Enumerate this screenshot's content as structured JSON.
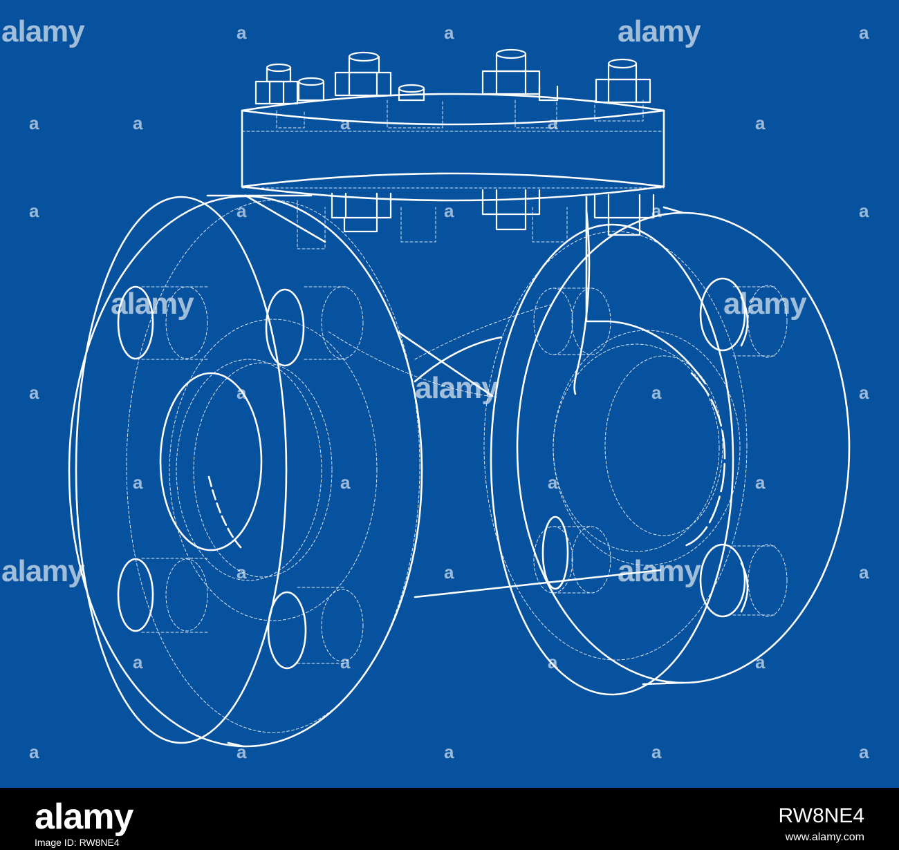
{
  "colors": {
    "background": "#07529f",
    "line": "#ffffff",
    "footer": "#000000"
  },
  "drawing": {
    "subject": "check-valve-wireframe",
    "style": "blueprint"
  },
  "watermark": {
    "word": "alamy",
    "mark": "a"
  },
  "footer": {
    "logo": "alamy",
    "image_id_label": "Image ID: RW8NE4",
    "image_id": "RW8NE4",
    "url": "www.alamy.com"
  }
}
